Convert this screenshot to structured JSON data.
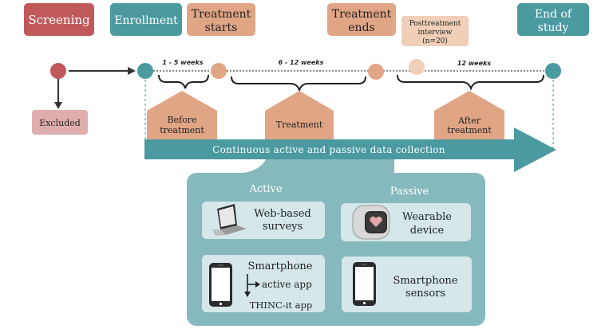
{
  "colors": {
    "red": "#c0595a",
    "teal": "#4a9aa0",
    "salmon": "#e0a585",
    "light_salmon": "#f0cfb8",
    "pink": "#e0adae",
    "light_teal": "#d5e7e9",
    "panel_teal": "#86b9be"
  },
  "stages": {
    "screening": "Screening",
    "enrollment": "Enrollment",
    "treatment_starts_1": "Treatment",
    "treatment_starts_2": "starts",
    "treatment_ends_1": "Treatment",
    "treatment_ends_2": "ends",
    "posttreatment_1": "Posttreatment",
    "posttreatment_2": "interview",
    "posttreatment_3": "(n=20)",
    "end_1": "End of",
    "end_2": "study",
    "excluded": "Excluded"
  },
  "durations": {
    "d1": "1 - 5 weeks",
    "d2": "6 - 12 weeks",
    "d3": "12 weeks"
  },
  "phases": {
    "before_1": "Before",
    "before_2": "treatment",
    "treatment": "Treatment",
    "after_1": "After",
    "after_2": "treatment"
  },
  "arrow_label": "Continuous active and passive data collection",
  "panel": {
    "active_title": "Active",
    "passive_title": "Passive",
    "web_1": "Web-based",
    "web_2": "surveys",
    "smartphone": "Smartphone",
    "active_app": "active app",
    "thinc": "THINC-it app",
    "wearable_1": "Wearable",
    "wearable_2": "device",
    "sensors_1": "Smartphone",
    "sensors_2": "sensors"
  },
  "icons": {
    "laptop": "laptop-icon",
    "phone": "smartphone-icon",
    "watch": "smartwatch-icon"
  }
}
